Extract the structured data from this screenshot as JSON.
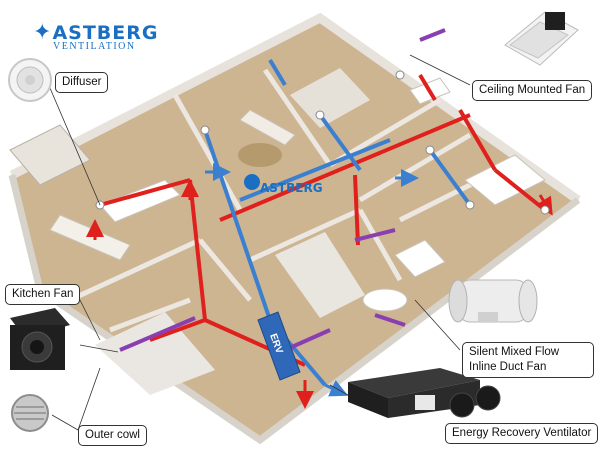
{
  "brand": {
    "name": "ASTBERG",
    "subtitle": "VENTILATION",
    "color": "#1a6fc2"
  },
  "callouts": {
    "diffuser": "Diffuser",
    "ceiling_fan": "Ceiling Mounted Fan",
    "kitchen_fan": "Kitchen Fan",
    "inline_fan_line1": "Silent Mixed Flow",
    "inline_fan_line2": "Inline Duct Fan",
    "outer_cowl": "Outer cowl",
    "erv": "Energy Recovery Ventilator"
  },
  "unit_label": "ERV",
  "watermark": "ASTBERG",
  "colors": {
    "supply_duct": "#e0201c",
    "extract_duct": "#3a7fd0",
    "exhaust_duct": "#8a3fb0",
    "floor": "#c9b08a"
  }
}
